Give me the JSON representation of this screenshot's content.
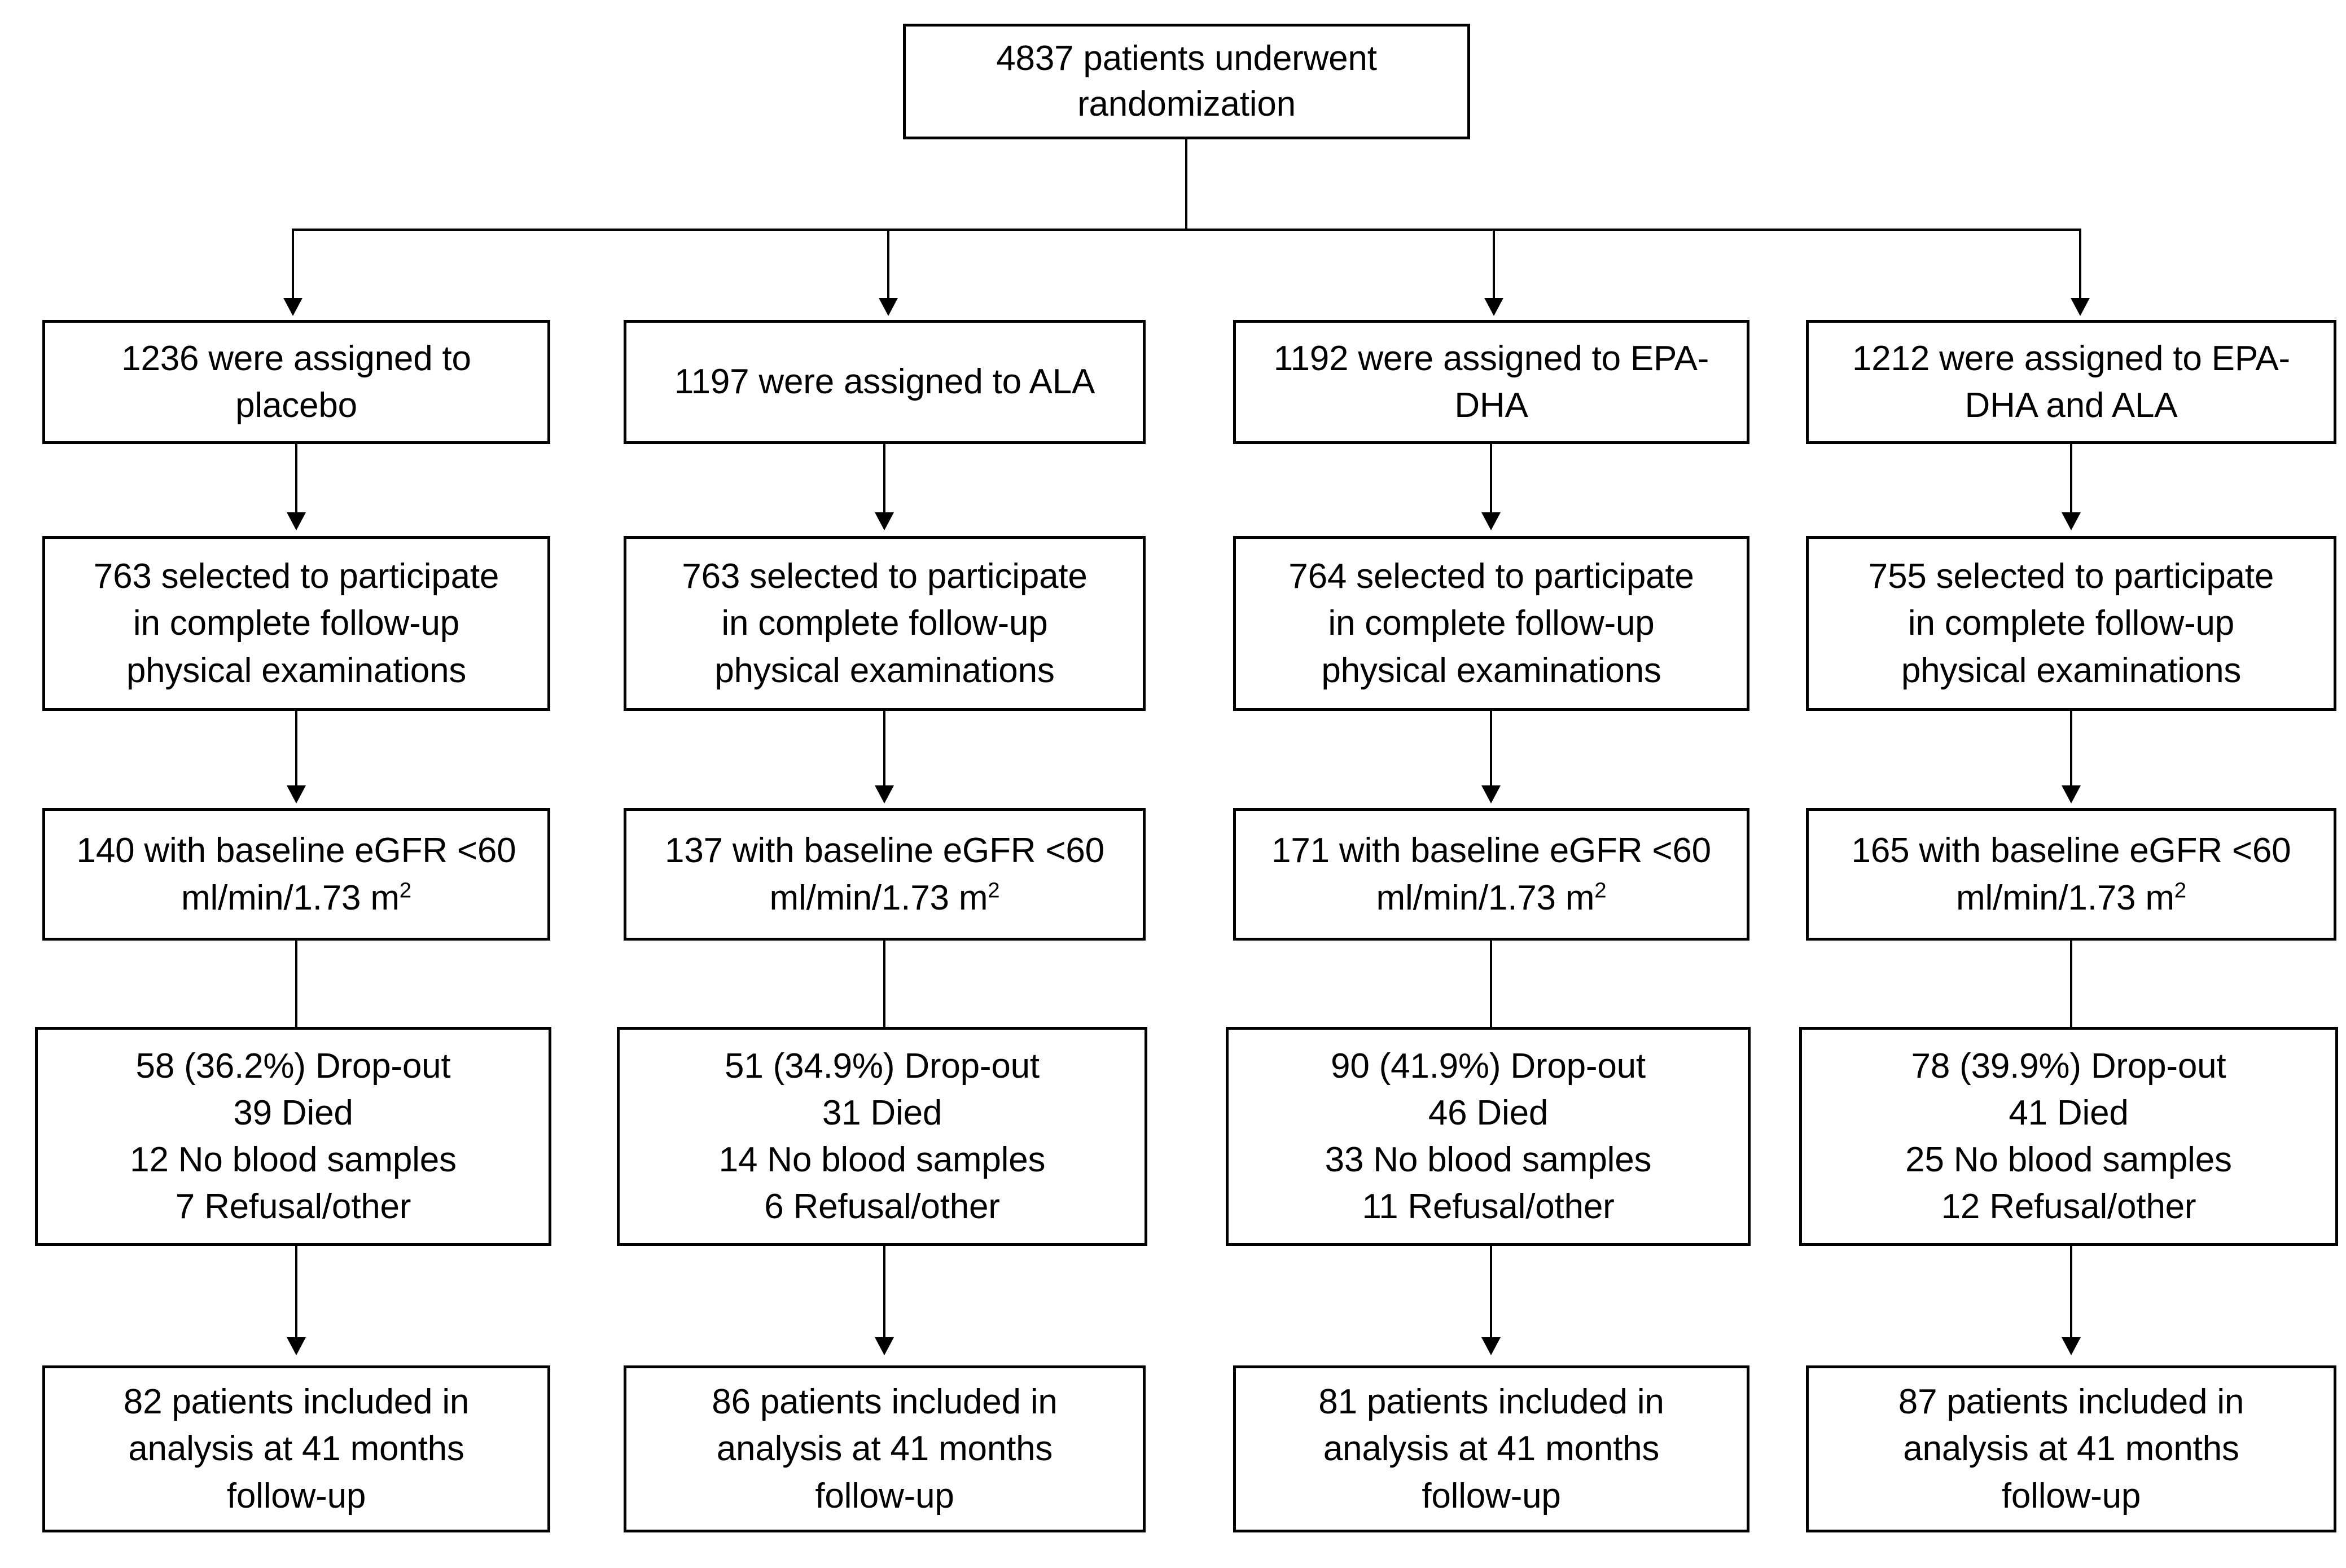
{
  "diagram": {
    "type": "consort-flow-diagram",
    "title": "Patient flow through randomized trial",
    "line_color": "#000000",
    "box_fill": "#ffffff",
    "text_color": "#000000"
  },
  "root": {
    "label": "4837 patients underwent\nrandomization",
    "count": 4837
  },
  "arms": [
    {
      "id": "placebo",
      "assigned": {
        "label": "1236 were assigned to\nplacebo",
        "count": 1236,
        "treatment": "placebo"
      },
      "selected": {
        "label": "763 selected to participate\nin complete follow-up\nphysical examinations",
        "count": 763
      },
      "egfr": {
        "line1": "140 with baseline eGFR <60",
        "line2_prefix": "ml/min/1.73 m",
        "line2_sup": "2",
        "count": 140
      },
      "dropout": {
        "lines": [
          "58 (36.2%) Drop-out",
          "39 Died",
          "12 No blood samples",
          "7 Refusal/other"
        ],
        "total": 58,
        "percent": "36.2%",
        "died": 39,
        "no_blood_samples": 12,
        "refusal_other": 7
      },
      "analyzed": {
        "label": "82 patients included in\nanalysis at 41 months\nfollow-up",
        "count": 82,
        "months": 41
      }
    },
    {
      "id": "ala",
      "assigned": {
        "label": "1197 were assigned to ALA",
        "count": 1197,
        "treatment": "ALA"
      },
      "selected": {
        "label": "763 selected to participate\nin complete follow-up\nphysical examinations",
        "count": 763
      },
      "egfr": {
        "line1": "137 with baseline eGFR <60",
        "line2_prefix": "ml/min/1.73 m",
        "line2_sup": "2",
        "count": 137
      },
      "dropout": {
        "lines": [
          "51 (34.9%) Drop-out",
          "31 Died",
          "14 No blood samples",
          "6 Refusal/other"
        ],
        "total": 51,
        "percent": "34.9%",
        "died": 31,
        "no_blood_samples": 14,
        "refusal_other": 6
      },
      "analyzed": {
        "label": "86 patients included in\nanalysis at 41 months\nfollow-up",
        "count": 86,
        "months": 41
      }
    },
    {
      "id": "epa-dha",
      "assigned": {
        "label": "1192 were assigned to EPA-\nDHA",
        "count": 1192,
        "treatment": "EPA-DHA"
      },
      "selected": {
        "label": "764 selected to participate\nin complete follow-up\nphysical examinations",
        "count": 764
      },
      "egfr": {
        "line1": "171 with baseline eGFR <60",
        "line2_prefix": "ml/min/1.73 m",
        "line2_sup": "2",
        "count": 171
      },
      "dropout": {
        "lines": [
          "90 (41.9%) Drop-out",
          "46 Died",
          "33 No blood samples",
          "11 Refusal/other"
        ],
        "total": 90,
        "percent": "41.9%",
        "died": 46,
        "no_blood_samples": 33,
        "refusal_other": 11
      },
      "analyzed": {
        "label": "81 patients included in\nanalysis at 41 months\nfollow-up",
        "count": 81,
        "months": 41
      }
    },
    {
      "id": "epa-dha-and-ala",
      "assigned": {
        "label": "1212 were assigned to EPA-\nDHA and ALA",
        "count": 1212,
        "treatment": "EPA-DHA and ALA"
      },
      "selected": {
        "label": "755 selected to participate\nin complete follow-up\nphysical examinations",
        "count": 755
      },
      "egfr": {
        "line1": "165 with baseline eGFR <60",
        "line2_prefix": "ml/min/1.73 m",
        "line2_sup": "2",
        "count": 165
      },
      "dropout": {
        "lines": [
          "78 (39.9%) Drop-out",
          "41 Died",
          "25 No blood samples",
          "12 Refusal/other"
        ],
        "total": 78,
        "percent": "39.9%",
        "died": 41,
        "no_blood_samples": 25,
        "refusal_other": 12
      },
      "analyzed": {
        "label": "87 patients included in\nanalysis at 41 months\nfollow-up",
        "count": 87,
        "months": 41
      }
    }
  ]
}
